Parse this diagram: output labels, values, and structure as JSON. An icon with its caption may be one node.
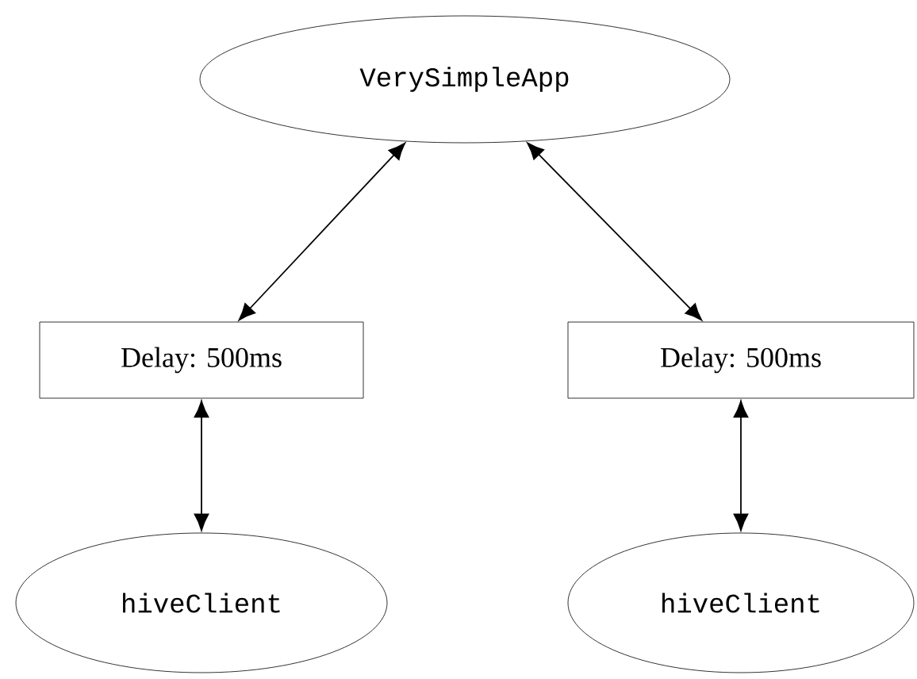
{
  "diagram": {
    "nodes": [
      {
        "text": [
          "VerySimpleApp"
        ]
      },
      {
        "text": [
          "Delay: 500ms"
        ]
      },
      {
        "text": [
          "Delay: 500ms"
        ]
      },
      {
        "text": [
          "hiveClient"
        ]
      },
      {
        "text": [
          "hiveClient"
        ]
      }
    ],
    "edges": [
      {
        "from": 0,
        "to": 1,
        "arrow": "both"
      },
      {
        "from": 0,
        "to": 2,
        "arrow": "both"
      },
      {
        "from": 1,
        "to": 3,
        "arrow": "both"
      },
      {
        "from": 2,
        "to": 4,
        "arrow": "both"
      }
    ]
  }
}
